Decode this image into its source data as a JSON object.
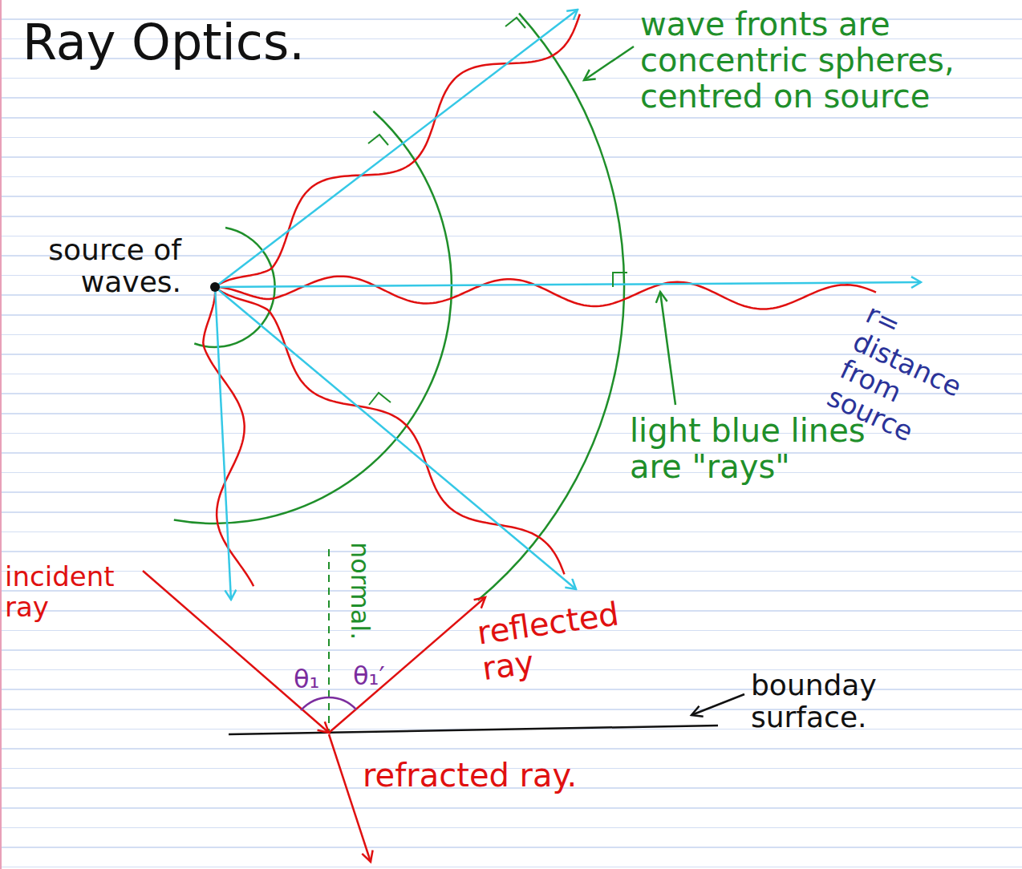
{
  "diagram": {
    "title": "Ray Optics.",
    "labels": [
      "wave fronts are concentric spheres, centred on source",
      "source of waves.",
      "r= distance from source",
      "light blue lines are \"rays\"",
      "incident ray",
      "normal.",
      "θ₁",
      "θ₁′",
      "reflected ray",
      "bounday surface.",
      "refracted ray."
    ]
  }
}
